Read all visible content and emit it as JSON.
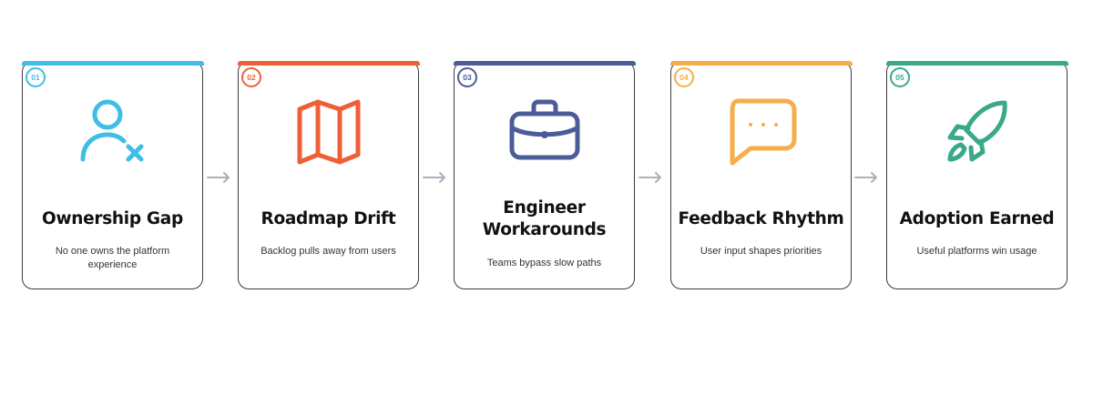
{
  "colors": {
    "blue": "#3ebde6",
    "orange": "#ee5f37",
    "navy": "#4b5c98",
    "yellow": "#f5ae4a",
    "green": "#3aa98a",
    "arrow": "#a9b1ba"
  },
  "steps": [
    {
      "number": "01",
      "title": "Ownership Gap",
      "description": "No one owns the platform experience",
      "icon": "user-x-icon",
      "color": "#3ebde6"
    },
    {
      "number": "02",
      "title": "Roadmap Drift",
      "description": "Backlog pulls away from users",
      "icon": "map-icon",
      "color": "#ee5f37"
    },
    {
      "number": "03",
      "title": "Engineer Workarounds",
      "description": "Teams bypass slow paths",
      "icon": "briefcase-icon",
      "color": "#4b5c98"
    },
    {
      "number": "04",
      "title": "Feedback Rhythm",
      "description": "User input shapes priorities",
      "icon": "message-icon",
      "color": "#f5ae4a"
    },
    {
      "number": "05",
      "title": "Adoption Earned",
      "description": "Useful platforms win usage",
      "icon": "rocket-icon",
      "color": "#3aa98a"
    }
  ]
}
